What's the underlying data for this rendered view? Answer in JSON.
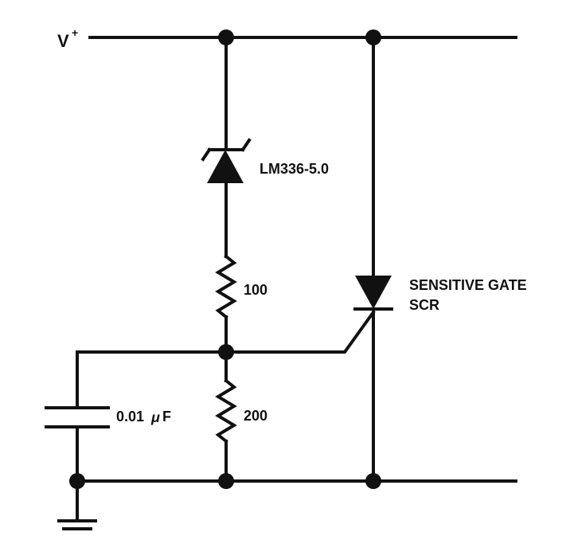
{
  "schematic": {
    "supply_label": "V",
    "supply_sup": "+",
    "zener_label": "LM336-5.0",
    "r_top_label": "100",
    "r_bottom_label": "200",
    "cap_label_value": "0.01",
    "cap_label_mu": "μ",
    "cap_label_unit": "F",
    "scr_label_line1": "SENSITIVE GATE",
    "scr_label_line2": "SCR"
  },
  "colors": {
    "ink": "#111111",
    "background": "#ffffff"
  }
}
